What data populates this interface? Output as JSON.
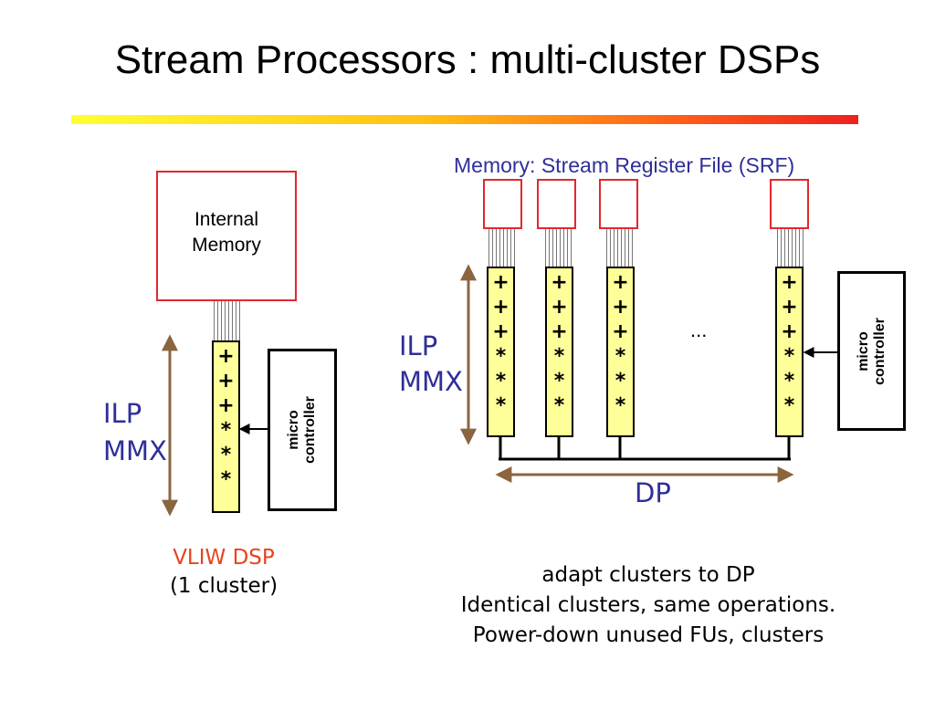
{
  "title": "Stream Processors : multi-cluster DSPs",
  "colors": {
    "accent_red": "#e3272d",
    "cluster_fill": "#ffff99",
    "label_blue": "#2f2f9a",
    "arrow_brown": "#8b6440",
    "vliw_orange": "#e8431e"
  },
  "left": {
    "memory_label_line1": "Internal",
    "memory_label_line2": "Memory",
    "ops": [
      "+",
      "+",
      "+",
      "*",
      "*",
      "*"
    ],
    "controller_line1": "micro",
    "controller_line2": "controller",
    "ilp": "ILP",
    "mmx": "MMX",
    "caption_line1": "VLIW DSP",
    "caption_line2": "(1 cluster)"
  },
  "right": {
    "srf_label": "Memory: Stream Register File (SRF)",
    "ops": [
      "+",
      "+",
      "+",
      "*",
      "*",
      "*"
    ],
    "ellipsis": "...",
    "controller_line1": "micro",
    "controller_line2": "controller",
    "ilp": "ILP",
    "mmx": "MMX",
    "dp": "DP",
    "notes": [
      "adapt clusters to DP",
      "Identical clusters, same operations.",
      "Power-down unused FUs, clusters"
    ]
  }
}
